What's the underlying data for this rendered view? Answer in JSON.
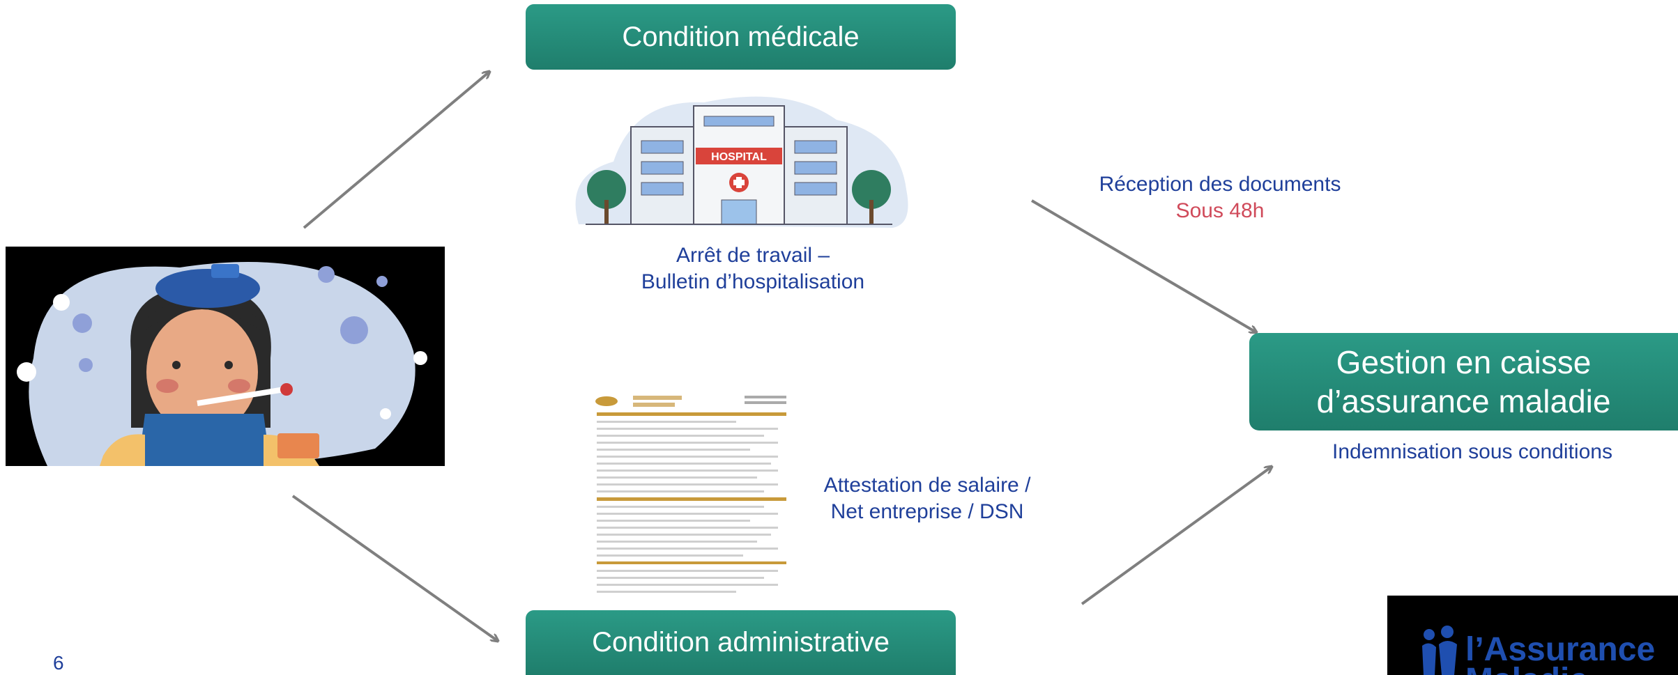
{
  "nodes": {
    "medical": "Condition médicale",
    "administrative": "Condition administrative",
    "management_line1": "Gestion en caisse",
    "management_line2": "d’assurance maladie"
  },
  "labels": {
    "medical_doc_line1": "Arrêt de travail –",
    "medical_doc_line2": "Bulletin d’hospitalisation",
    "admin_doc_line1": "Attestation de salaire /",
    "admin_doc_line2": "Net entreprise / DSN",
    "reception_line1": "Réception des documents",
    "reception_line2": "Sous 48h",
    "indemnisation": "Indemnisation sous conditions"
  },
  "hospital_sign": "HOSPITAL",
  "logo": {
    "text_line1": "l’Assurance",
    "text_line2": "Maladie"
  },
  "slide_number": "6",
  "colors": {
    "box": "#22897a",
    "text_blue": "#1f3f9a",
    "text_red": "#d04a5a",
    "arrow": "#7f7f7f"
  }
}
